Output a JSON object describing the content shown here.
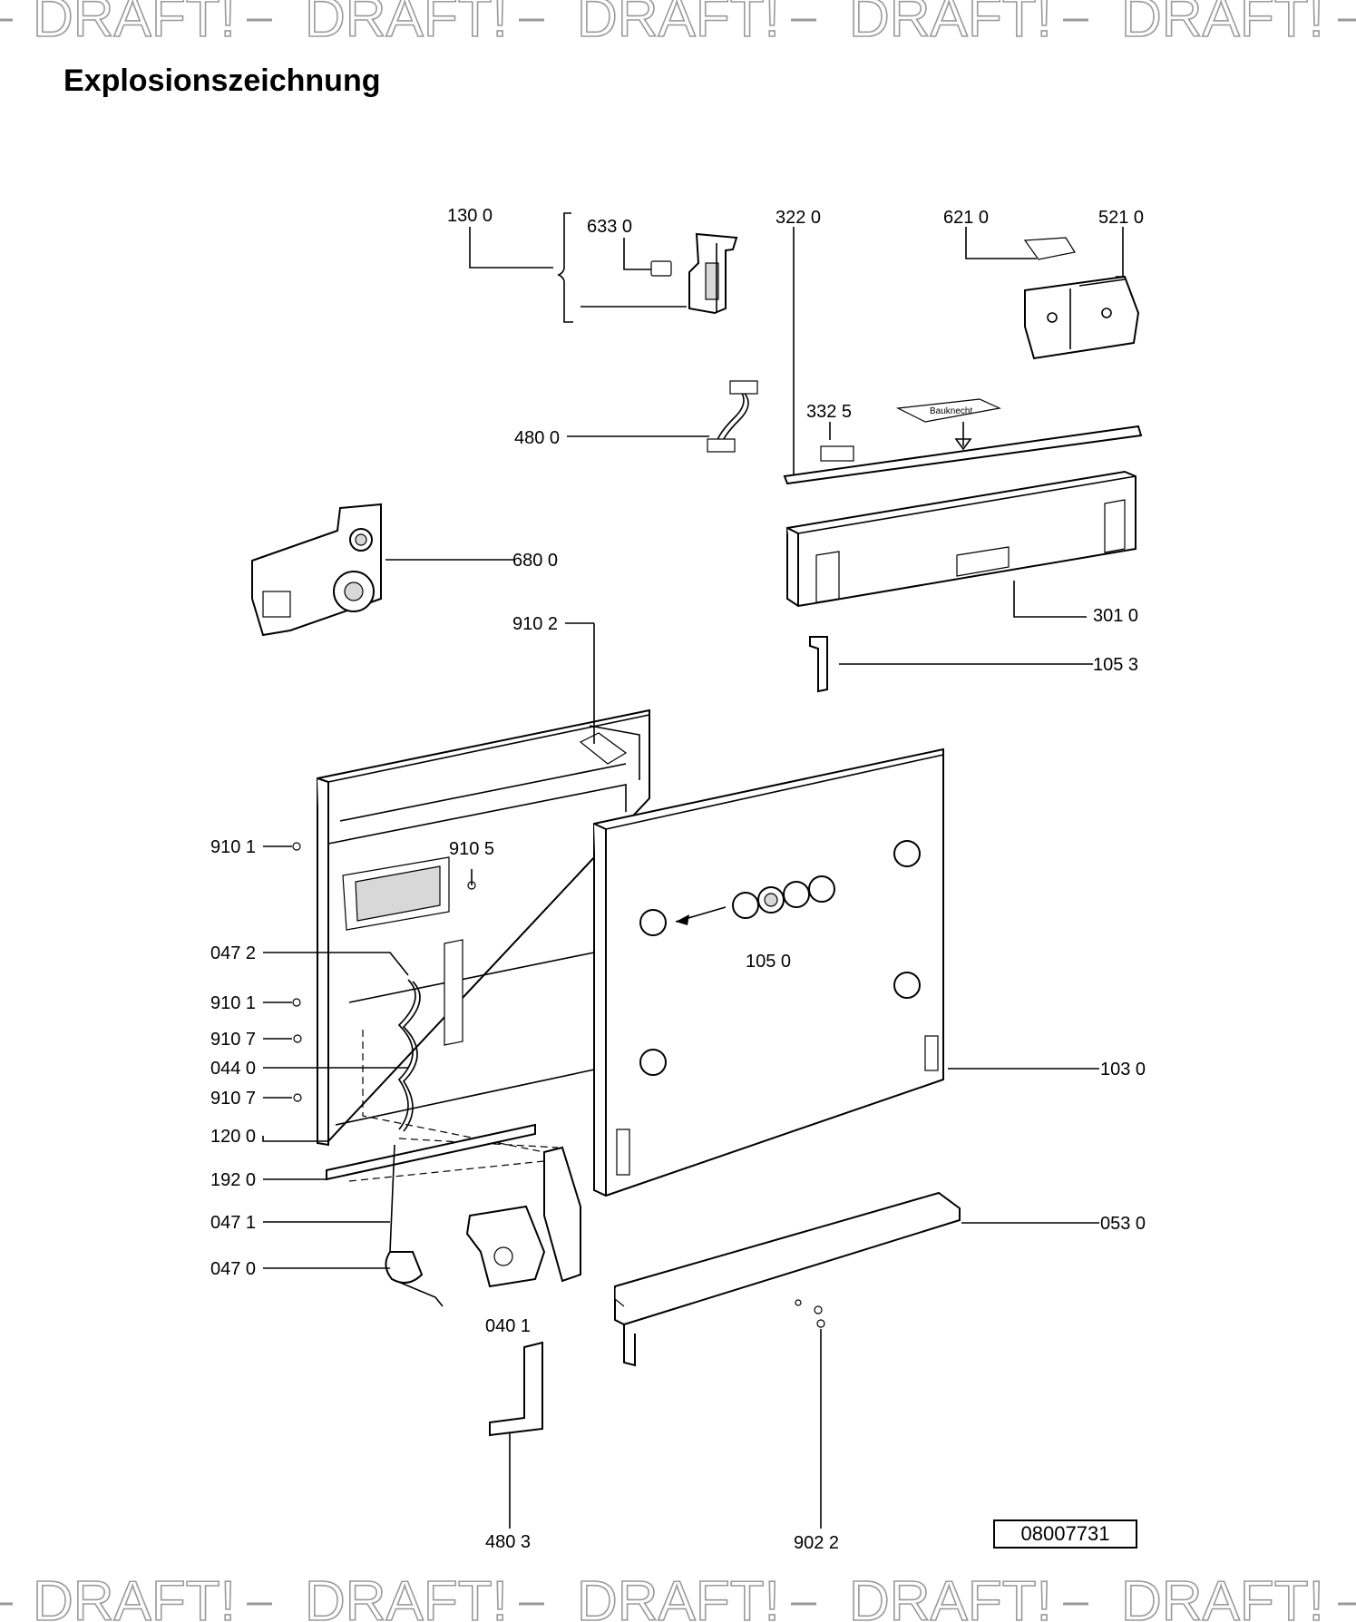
{
  "watermark": {
    "text": "DRAFT!"
  },
  "page": {
    "title": "Explosionszeichnung"
  },
  "document_number": "08007731",
  "callouts": {
    "c1300": "130 0",
    "c6330": "633 0",
    "c3220": "322  0",
    "c6210": "621 0",
    "c5210": "521 0",
    "c4800": "480 0",
    "c3325": "332 5",
    "c6800": "680 0",
    "c3010": "301 0",
    "c9102": "910 2",
    "c1053": "105 3",
    "c9101a": "910 1",
    "c9105": "910 5",
    "c0472": "047 2",
    "c1050": "105 0",
    "c9101b": "910 1",
    "c9107a": "910 7",
    "c0440": "044 0",
    "c9107b": "910 7",
    "c1030": "103 0",
    "c1200": "120 0",
    "c1920": "192 0",
    "c0471": "047 1",
    "c0530": "053 0",
    "c0470": "047 0",
    "c0401": "040 1",
    "c4803": "480 3",
    "c9022": "902 2"
  }
}
